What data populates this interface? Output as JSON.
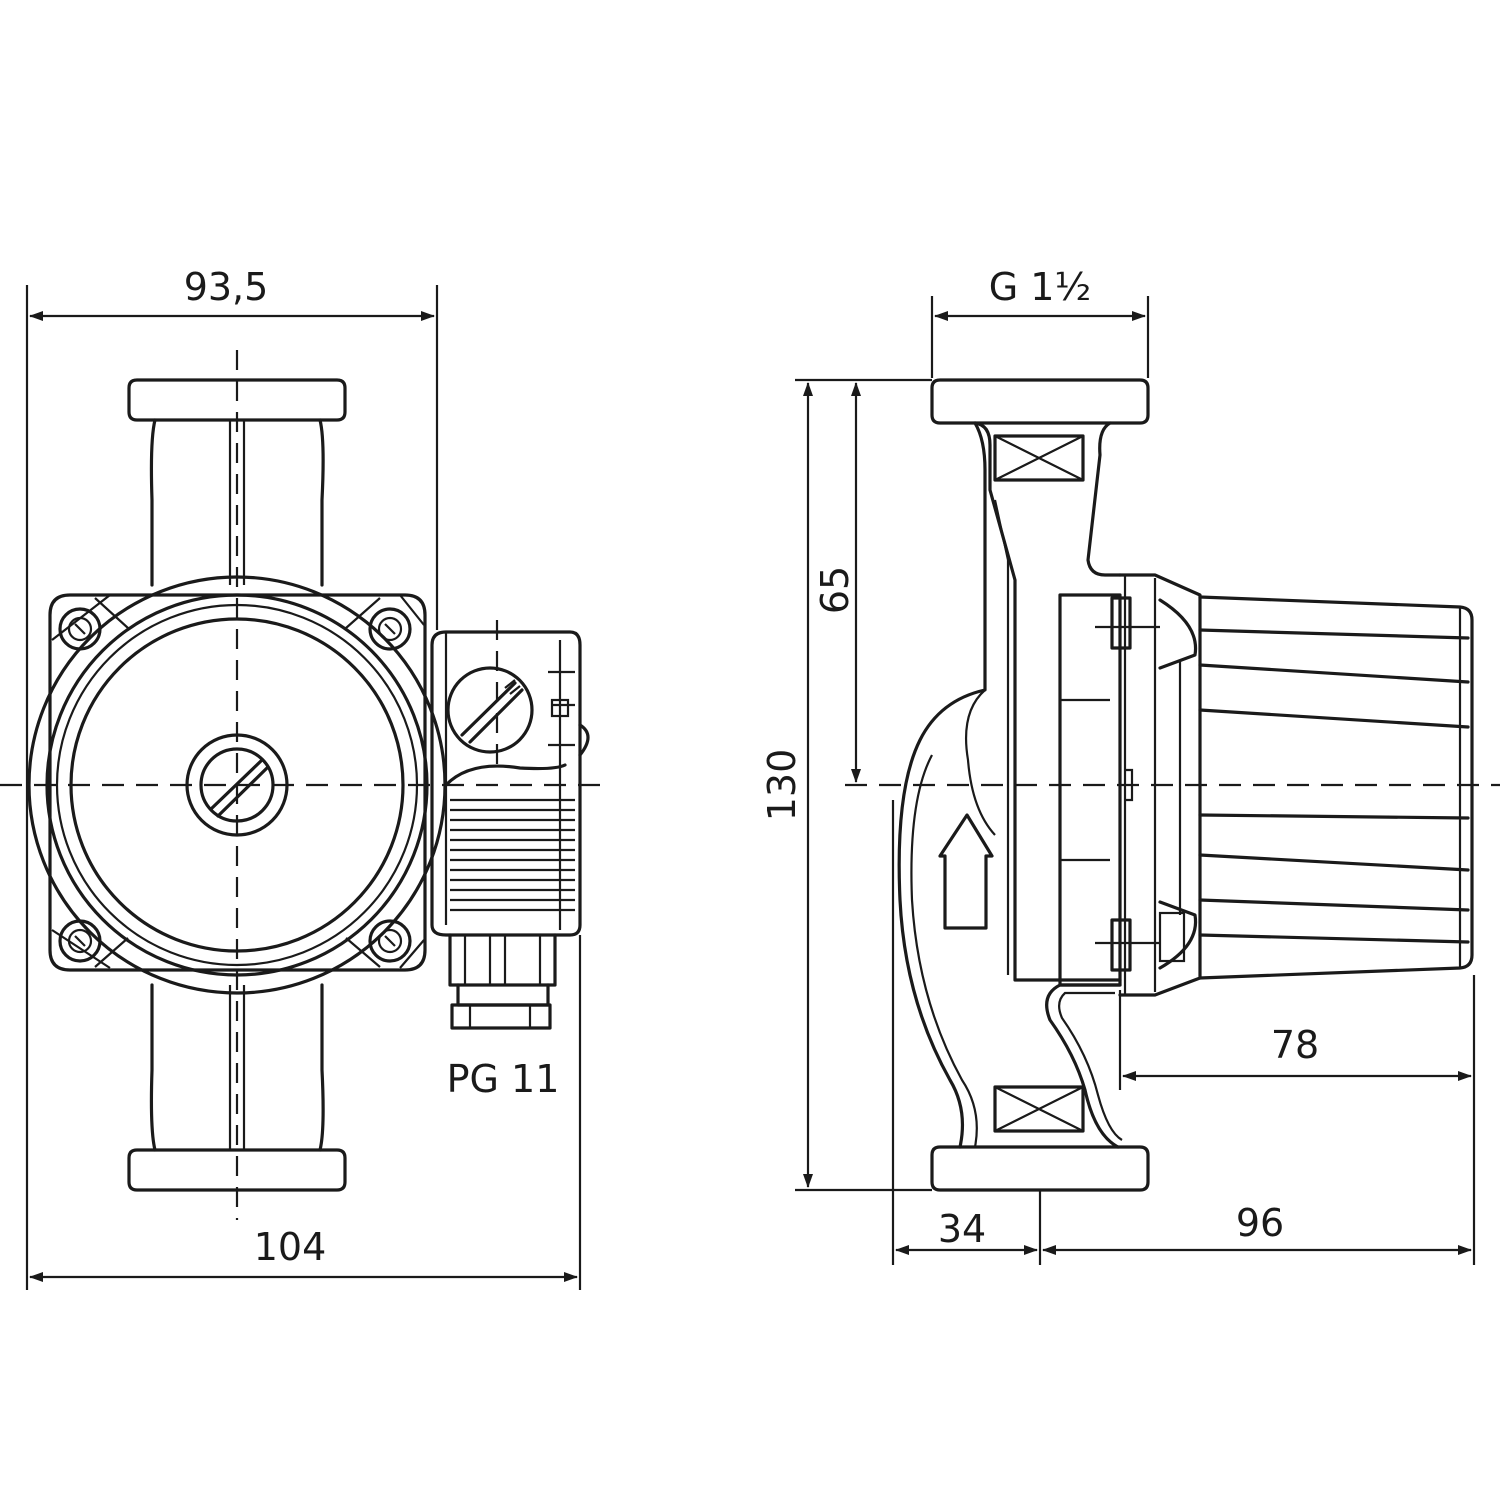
{
  "dimensions": {
    "top_left_width": "93,5",
    "bottom_left_width": "104",
    "cable_gland": "PG 11",
    "thread_size": "G 1½",
    "half_height": "65",
    "total_height": "130",
    "motor_length": "78",
    "flange_offset": "34",
    "total_depth": "96"
  },
  "colors": {
    "line": "#1a1a1a",
    "background": "#ffffff"
  }
}
